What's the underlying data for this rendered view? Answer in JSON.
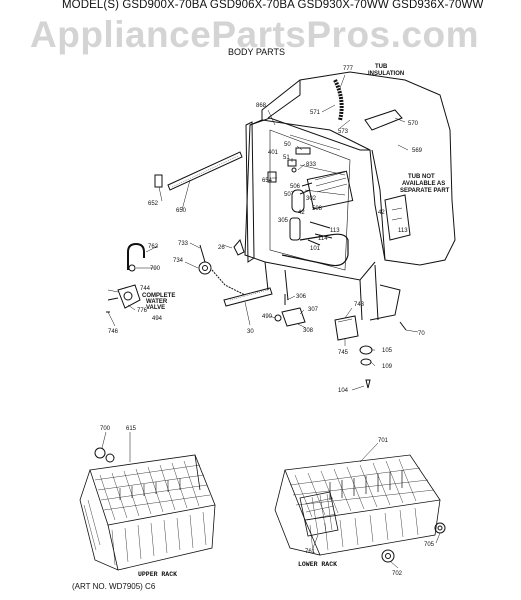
{
  "header": {
    "models": "MODEL(S) GSD900X-70BA  GSD906X-70BA  GSD930X-70WW  GSD936X-70WW",
    "watermark": "AppliancePartsPros.com",
    "section": "BODY PARTS"
  },
  "notes": {
    "tub_insulation": [
      "TUB",
      "INSULATION"
    ],
    "tub_not_available": [
      "TUB NOT",
      "AVAILABLE AS",
      "SEPARATE PART"
    ],
    "complete_water_valve": [
      "COMPLETE",
      "WATER",
      "VALVE"
    ]
  },
  "racks": {
    "upper": "UPPER RACK",
    "lower": "LOWER RACK"
  },
  "art_no": "(ART NO. WD7905) C6",
  "part_labels": [
    "777",
    "571",
    "573",
    "570",
    "569",
    "868",
    "50",
    "401",
    "51",
    "654",
    "833",
    "506",
    "507",
    "302",
    "508",
    "305",
    "42",
    "113",
    "114",
    "101",
    "652",
    "650",
    "762",
    "790",
    "733",
    "26",
    "734",
    "744",
    "776",
    "494",
    "746",
    "30",
    "306",
    "307",
    "490",
    "308",
    "743",
    "745",
    "42",
    "113",
    "70",
    "105",
    "109",
    "104",
    "700",
    "615",
    "701",
    "761",
    "705",
    "702"
  ]
}
